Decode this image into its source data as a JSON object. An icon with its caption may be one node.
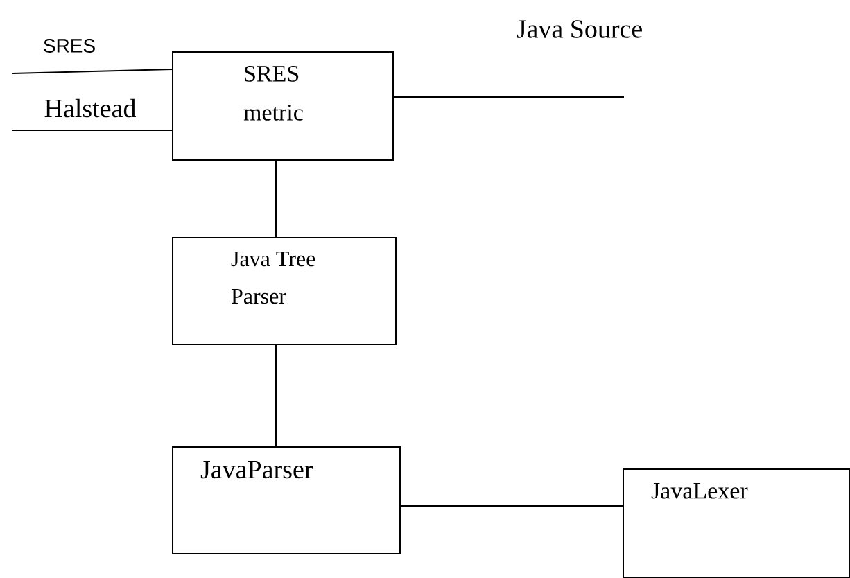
{
  "diagram": {
    "nodes": [
      {
        "text": [
          "SRES metric"
        ]
      },
      {
        "text": [
          "Java Tree Parser"
        ]
      },
      {
        "text": [
          "JavaParser"
        ]
      },
      {
        "text": [
          "JavaLexer"
        ]
      }
    ],
    "edges": [
      {
        "from": null,
        "to": 0,
        "arrow": "none",
        "label": "SRES"
      },
      {
        "from": null,
        "to": 0,
        "arrow": "none",
        "label": "Halstead"
      },
      {
        "from": 0,
        "to": null,
        "arrow": "none"
      },
      {
        "from": 0,
        "to": 1,
        "arrow": "none"
      },
      {
        "from": 1,
        "to": 2,
        "arrow": "none"
      },
      {
        "from": 2,
        "to": 3,
        "arrow": "none"
      }
    ],
    "labels": [
      "Java Source"
    ]
  }
}
